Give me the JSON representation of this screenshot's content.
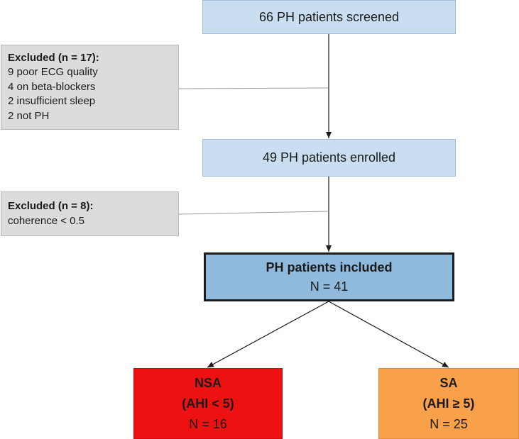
{
  "screened": {
    "label": "66 PH patients screened"
  },
  "excluded_1": {
    "heading": "Excluded (n = 17):",
    "reasons": [
      "9 poor ECG quality",
      "4 on beta-blockers",
      "2 insufficient sleep",
      "2 not PH"
    ]
  },
  "enrolled": {
    "label": "49 PH patients enrolled"
  },
  "excluded_2": {
    "heading": "Excluded (n = 8):",
    "reasons": [
      "coherence < 0.5"
    ]
  },
  "included": {
    "title": "PH patients included",
    "count": "N = 41"
  },
  "nsa": {
    "title": "NSA",
    "criterion": "(AHI < 5)",
    "count": "N = 16"
  },
  "sa": {
    "title": "SA",
    "criterion": "(AHI ≥ 5)",
    "count": "N = 25"
  },
  "colors": {
    "process_box": "#c9dff1",
    "excluded_box": "#dcdcdc",
    "included_box": "#8fb9dd",
    "nsa_box": "#ee1111",
    "sa_box": "#f9a04a"
  }
}
